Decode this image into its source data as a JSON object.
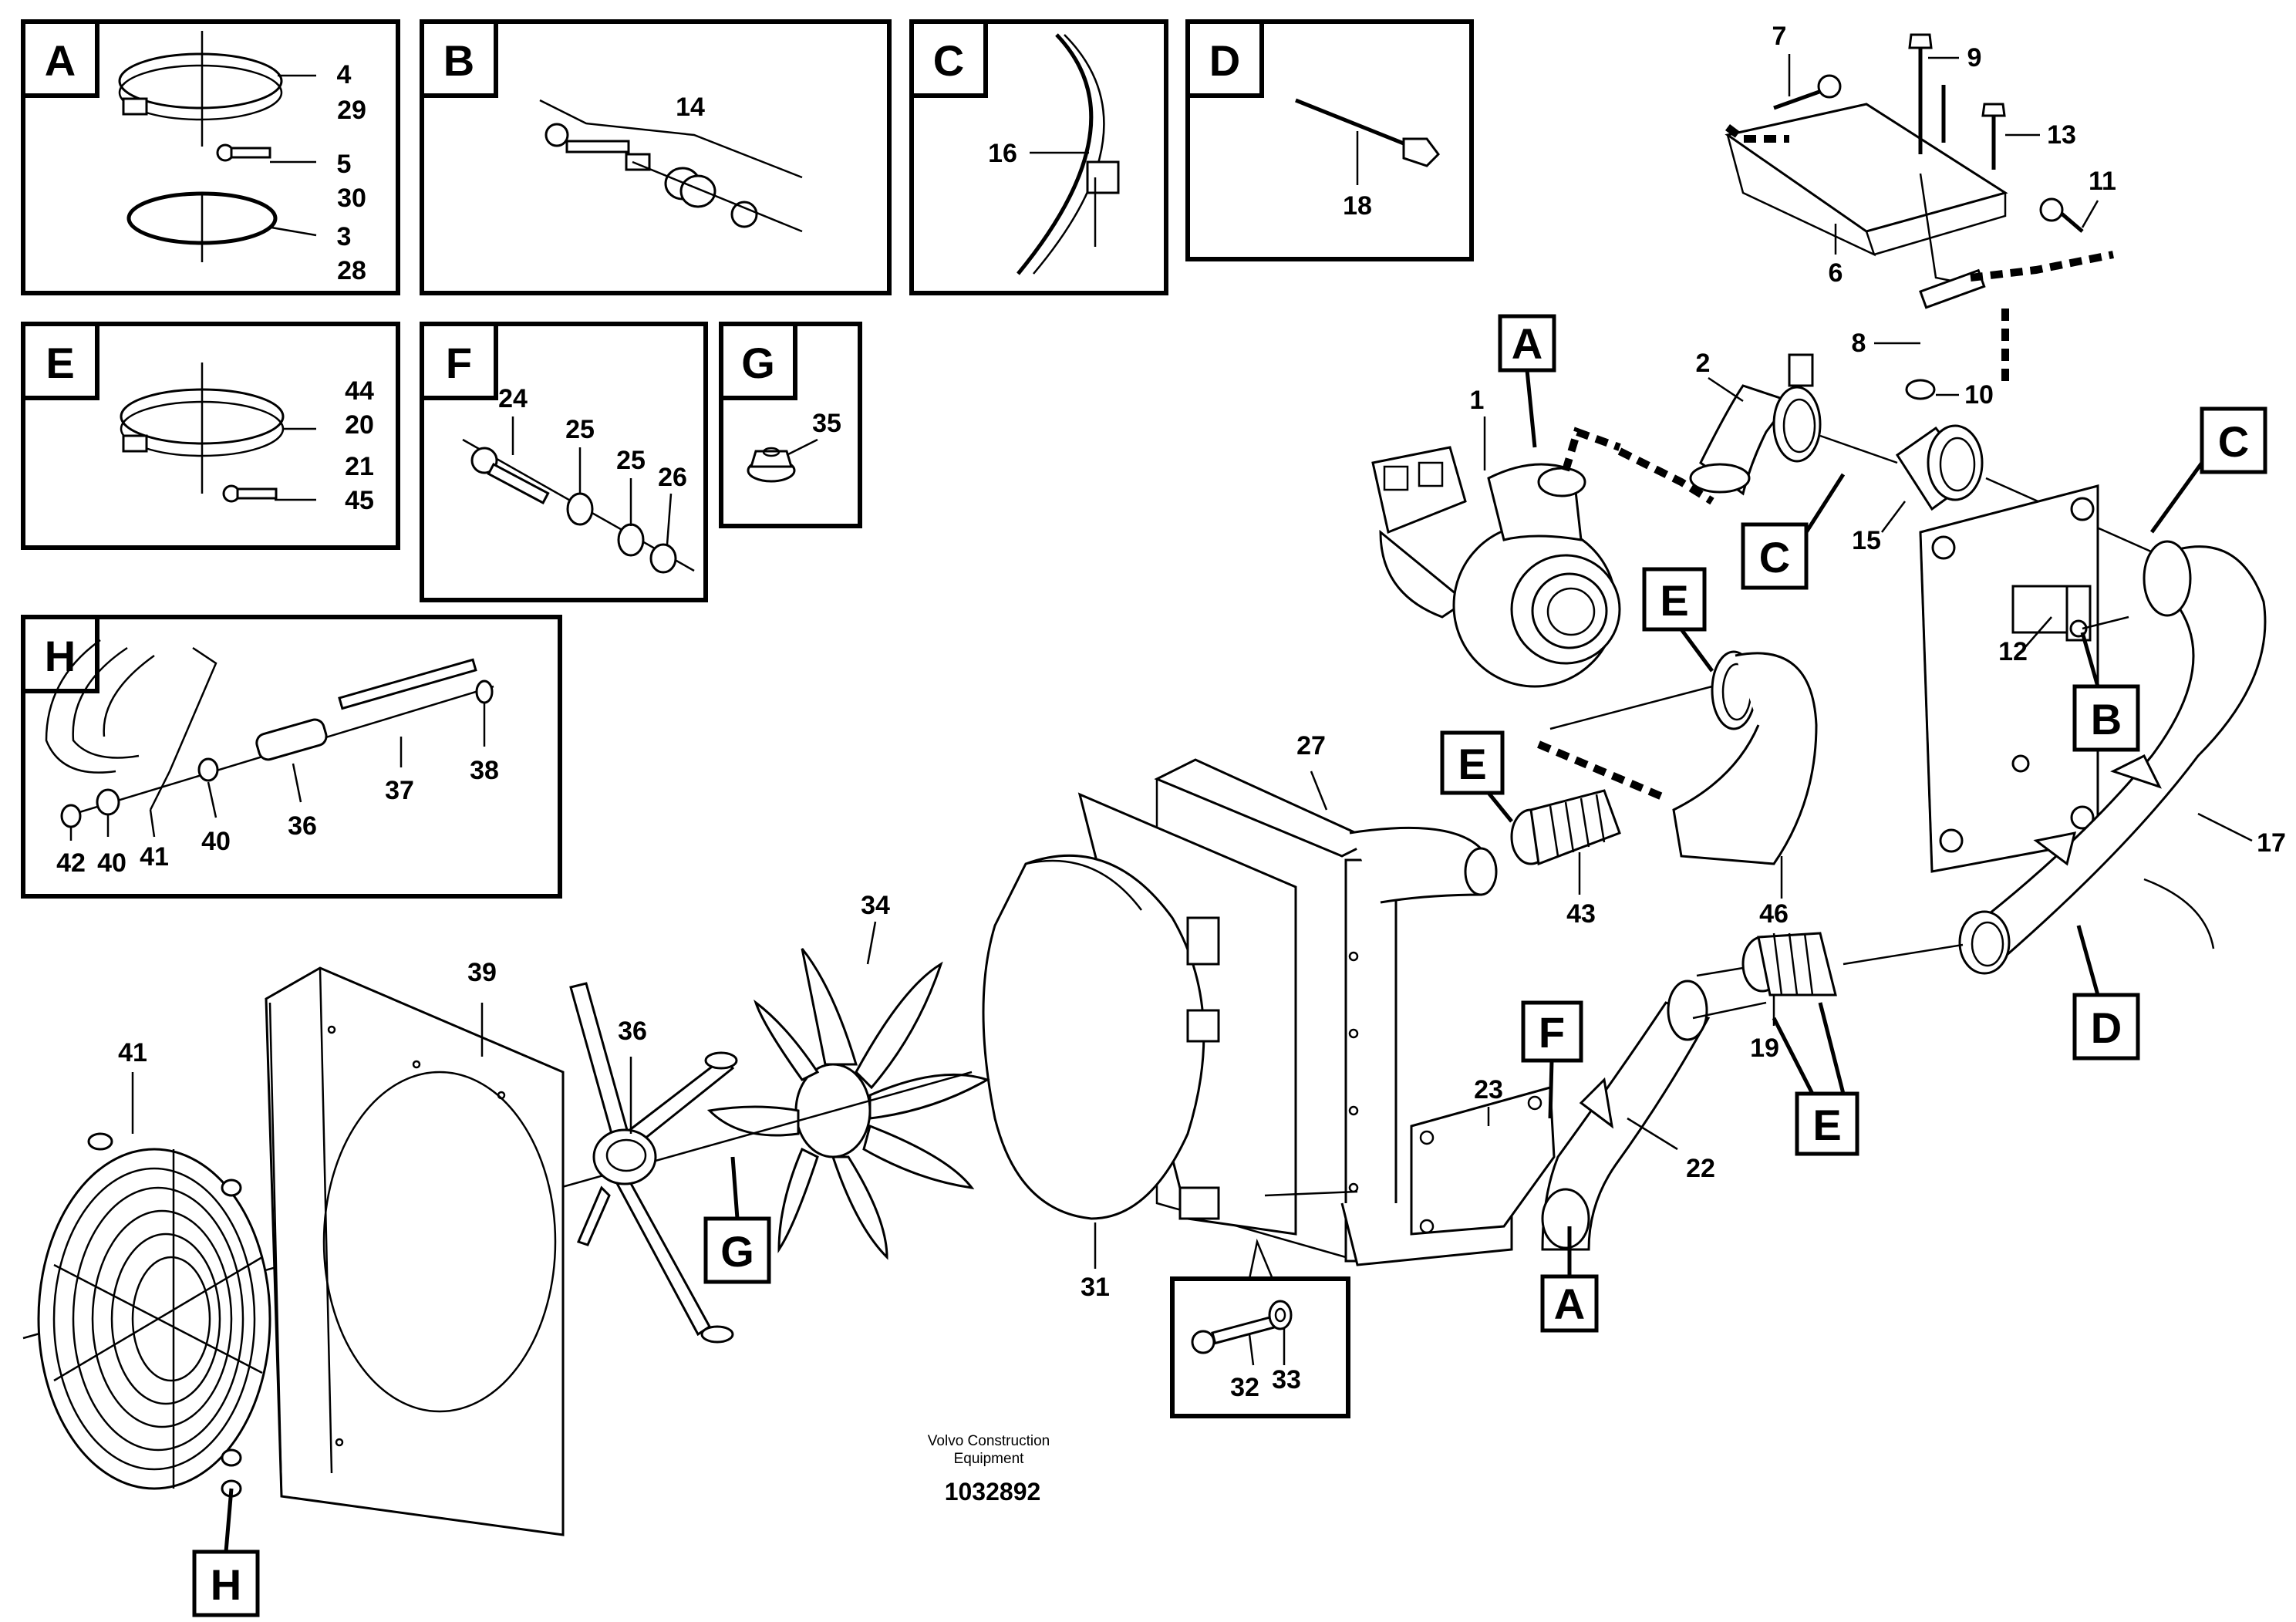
{
  "detail_boxes": [
    {
      "letter": "A",
      "numbers": [
        "4",
        "29",
        "5",
        "30",
        "3",
        "28"
      ]
    },
    {
      "letter": "B",
      "numbers": [
        "14"
      ]
    },
    {
      "letter": "C",
      "numbers": [
        "16"
      ]
    },
    {
      "letter": "D",
      "numbers": [
        "18"
      ]
    },
    {
      "letter": "E",
      "numbers": [
        "44",
        "20",
        "21",
        "45"
      ]
    },
    {
      "letter": "F",
      "numbers": [
        "24",
        "25",
        "25",
        "26"
      ]
    },
    {
      "letter": "G",
      "numbers": [
        "35"
      ]
    },
    {
      "letter": "H",
      "numbers": [
        "37",
        "38",
        "36",
        "42",
        "40",
        "41",
        "40"
      ]
    }
  ],
  "callouts": {
    "A": "A",
    "B": "B",
    "C": "C",
    "D": "D",
    "E": "E",
    "F": "F",
    "G": "G",
    "H": "H"
  },
  "part_numbers": {
    "p1": "1",
    "p2": "2",
    "p6": "6",
    "p7": "7",
    "p8": "8",
    "p9": "9",
    "p10": "10",
    "p11": "11",
    "p12": "12",
    "p13": "13",
    "p15": "15",
    "p17": "17",
    "p19": "19",
    "p22": "22",
    "p23": "23",
    "p27": "27",
    "p31": "31",
    "p32": "32",
    "p33": "33",
    "p34": "34",
    "p36": "36",
    "p39": "39",
    "p41": "41",
    "p43": "43",
    "p46": "46"
  },
  "footer": {
    "manufacturer_line1": "Volvo Construction",
    "manufacturer_line2": "Equipment",
    "drawing_number": "1032892"
  }
}
